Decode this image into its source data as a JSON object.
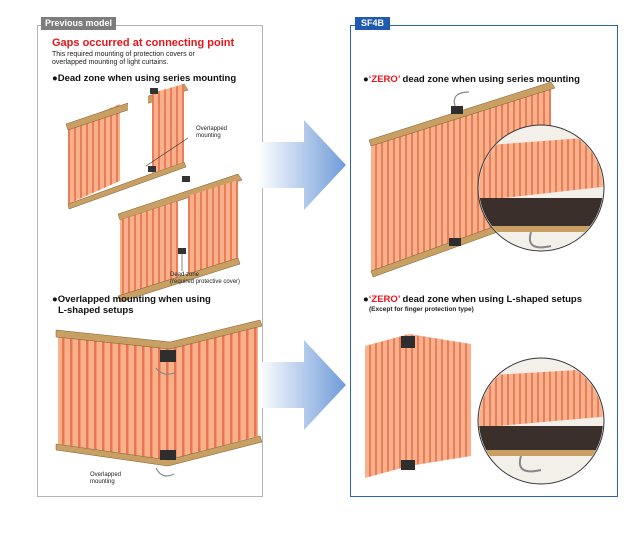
{
  "left": {
    "tab_label": "Previous model",
    "heading": "Gaps occurred at connecting point",
    "subtext_1": "This required mounting of protection covers or",
    "subtext_2": "overlapped mounting of light curtains.",
    "series_title": "Dead zone when using series mounting",
    "overlap_note_1": "Overlapped",
    "overlap_note_2": "mounting",
    "deadzone_note_1": "Dead zone",
    "deadzone_note_2": "(required protective cover)",
    "lshape_title_1": "Overlapped mounting when using",
    "lshape_title_2": "L-shaped setups",
    "lshape_note_1": "Overlapped",
    "lshape_note_2": "mounting"
  },
  "right": {
    "tab_label": "SF4B",
    "series_zero": "‘ZERO’",
    "series_rest": " dead zone when using series mounting",
    "lshape_zero": "‘ZERO’",
    "lshape_rest": " dead zone when using L-shaped setups",
    "lshape_sub": "(Except for finger protection type)"
  },
  "colors": {
    "left_border": "#b5b5b5",
    "right_border": "#2a63b0",
    "accent_red": "#e8141a",
    "arrow_blue": "#6f9bd9",
    "curtain": "#f6a27c",
    "frame": "#c9a064"
  },
  "icons": [
    "arrow-right-icon",
    "arrow-right-icon"
  ]
}
